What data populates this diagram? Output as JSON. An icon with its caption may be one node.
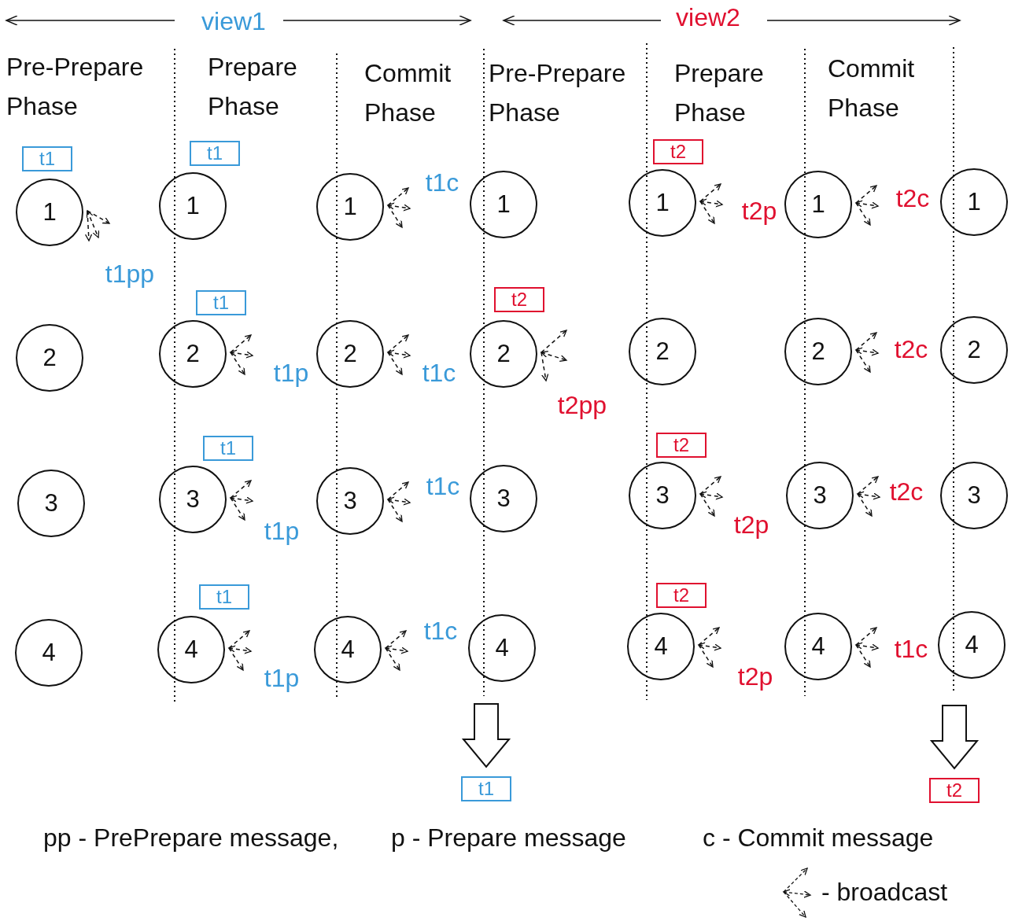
{
  "diagram": {
    "nodes": [
      {
        "text": [
          "1"
        ]
      },
      {
        "text": [
          "1"
        ]
      },
      {
        "text": [
          "1"
        ]
      },
      {
        "text": [
          "1"
        ]
      },
      {
        "text": [
          "1"
        ]
      },
      {
        "text": [
          "1"
        ]
      },
      {
        "text": [
          "1"
        ]
      },
      {
        "text": [
          "2"
        ]
      },
      {
        "text": [
          "2"
        ]
      },
      {
        "text": [
          "2"
        ]
      },
      {
        "text": [
          "2"
        ]
      },
      {
        "text": [
          "2"
        ]
      },
      {
        "text": [
          "2"
        ]
      },
      {
        "text": [
          "2"
        ]
      },
      {
        "text": [
          "3"
        ]
      },
      {
        "text": [
          "3"
        ]
      },
      {
        "text": [
          "3"
        ]
      },
      {
        "text": [
          "3"
        ]
      },
      {
        "text": [
          "3"
        ]
      },
      {
        "text": [
          "3"
        ]
      },
      {
        "text": [
          "3"
        ]
      },
      {
        "text": [
          "4"
        ]
      },
      {
        "text": [
          "4"
        ]
      },
      {
        "text": [
          "4"
        ]
      },
      {
        "text": [
          "4"
        ]
      },
      {
        "text": [
          "4"
        ]
      },
      {
        "text": [
          "4"
        ]
      },
      {
        "text": [
          "4"
        ]
      },
      {
        "text": [
          "t1"
        ]
      },
      {
        "text": [
          "t1"
        ]
      },
      {
        "text": [
          "t2"
        ]
      },
      {
        "text": [
          "t1"
        ]
      },
      {
        "text": [
          "t2"
        ]
      },
      {
        "text": [
          "t1"
        ]
      },
      {
        "text": [
          "t2"
        ]
      },
      {
        "text": [
          "t1"
        ]
      },
      {
        "text": [
          "t2"
        ]
      },
      {
        "text": [
          "t1"
        ]
      },
      {
        "text": [
          "t2"
        ]
      }
    ],
    "edges": [
      {
        "from": null,
        "to": 37,
        "arrow": "to",
        "style": "thick"
      },
      {
        "from": null,
        "to": 38,
        "arrow": "to",
        "style": "thick"
      }
    ],
    "labels": [
      "view1",
      "view2",
      "Pre-Prepare Phase",
      "Prepare Phase",
      "Commit Phase",
      "Pre-Prepare Phase",
      "Prepare Phase",
      "Commit Phase",
      "t1c",
      "t2p",
      "t2c",
      "t1pp",
      "t1p",
      "t1c",
      "t2c",
      "t2pp",
      "t1c",
      "t2c",
      "t1p",
      "t2p",
      "t1c",
      "t1c",
      "t1p",
      "t2p",
      "pp - PrePrepare message,",
      "p - Prepare message",
      "c - Commit message"
    ],
    "legend": [
      {
        "text": "- broadcast"
      }
    ]
  }
}
